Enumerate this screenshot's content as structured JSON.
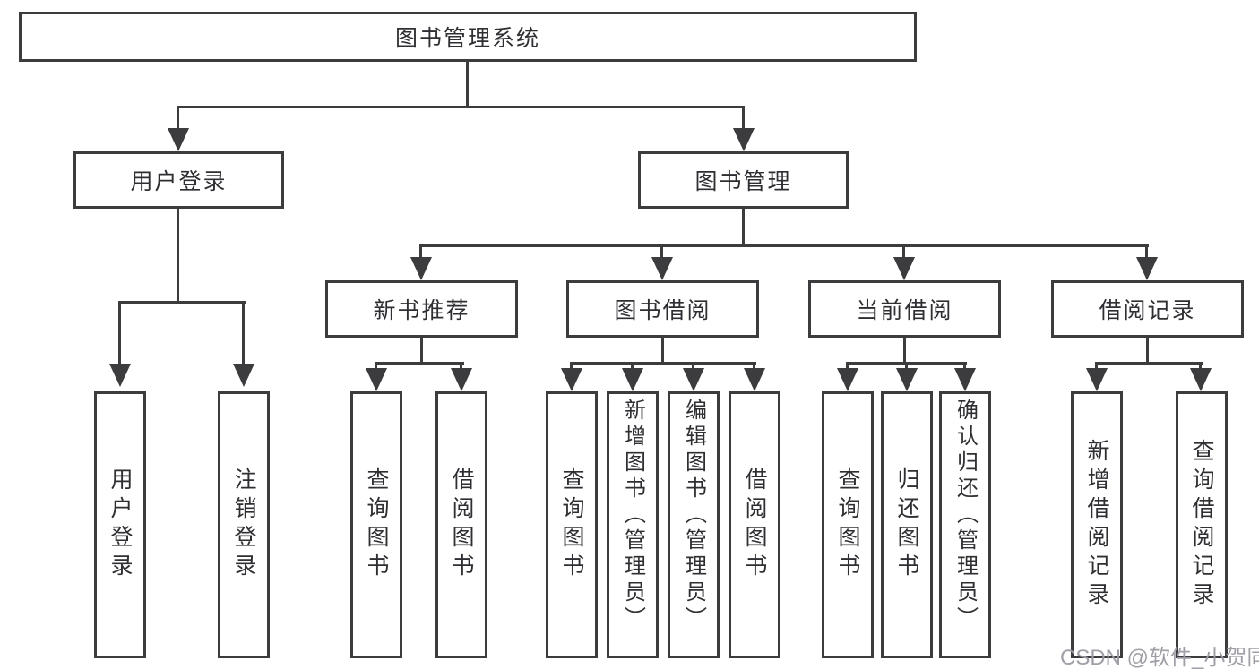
{
  "diagram": {
    "root": {
      "label": "图书管理系统"
    },
    "level2": {
      "user_login": {
        "label": "用户登录"
      },
      "book_mgmt": {
        "label": "图书管理"
      }
    },
    "level3": {
      "new_books": {
        "label": "新书推荐"
      },
      "borrowing": {
        "label": "图书借阅"
      },
      "current": {
        "label": "当前借阅"
      },
      "records": {
        "label": "借阅记录"
      }
    },
    "leaves": {
      "login": {
        "label": "用户登录"
      },
      "logout": {
        "label": "注销登录"
      },
      "newbooks_query": {
        "label": "查询图书"
      },
      "newbooks_borrow": {
        "label": "借阅图书"
      },
      "borrow_query": {
        "label": "查询图书"
      },
      "borrow_add": {
        "label": "新增图书（管理员）"
      },
      "borrow_edit": {
        "label": "编辑图书（管理员）"
      },
      "borrow_borrow": {
        "label": "借阅图书"
      },
      "current_query": {
        "label": "查询图书"
      },
      "current_return": {
        "label": "归还图书"
      },
      "current_confirm": {
        "label": "确认归还（管理员）"
      },
      "records_add": {
        "label": "新增借阅记录"
      },
      "records_query": {
        "label": "查询借阅记录"
      }
    }
  },
  "watermark": {
    "text": "CSDN @软件_小贺同学"
  },
  "colors": {
    "line": "#3c3c3e",
    "text": "#2f2f33",
    "watermark": "#9a9aa2",
    "background": "#ffffff"
  }
}
